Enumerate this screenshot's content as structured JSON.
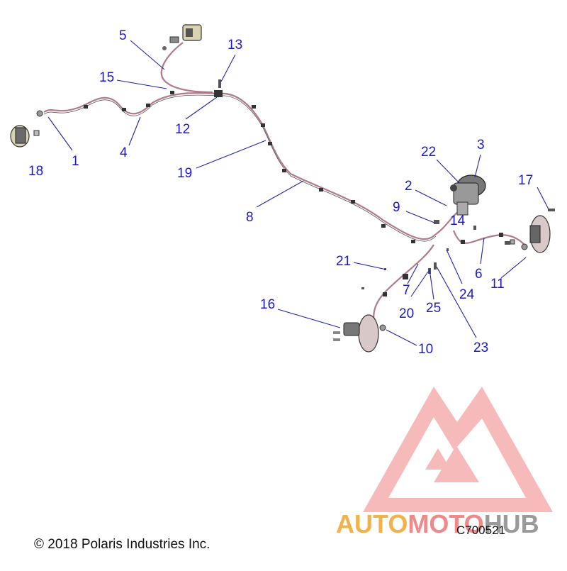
{
  "callouts": [
    {
      "id": "1",
      "text": "1"
    },
    {
      "id": "2",
      "text": "2"
    },
    {
      "id": "3",
      "text": "3"
    },
    {
      "id": "4",
      "text": "4"
    },
    {
      "id": "5",
      "text": "5"
    },
    {
      "id": "6",
      "text": "6"
    },
    {
      "id": "7",
      "text": "7"
    },
    {
      "id": "8",
      "text": "8"
    },
    {
      "id": "9",
      "text": "9"
    },
    {
      "id": "10",
      "text": "10"
    },
    {
      "id": "11",
      "text": "11"
    },
    {
      "id": "12",
      "text": "12"
    },
    {
      "id": "13",
      "text": "13"
    },
    {
      "id": "14",
      "text": "14"
    },
    {
      "id": "15",
      "text": "15"
    },
    {
      "id": "16",
      "text": "16"
    },
    {
      "id": "17",
      "text": "17"
    },
    {
      "id": "18",
      "text": "18"
    },
    {
      "id": "19",
      "text": "19"
    },
    {
      "id": "20",
      "text": "20"
    },
    {
      "id": "21",
      "text": "21"
    },
    {
      "id": "22",
      "text": "22"
    },
    {
      "id": "23",
      "text": "23"
    },
    {
      "id": "24",
      "text": "24"
    },
    {
      "id": "25",
      "text": "25"
    }
  ],
  "copyright": "© 2018 Polaris Industries Inc.",
  "figure_code": "C700521",
  "watermark": {
    "part1": "AUTO",
    "part2": "MOTO",
    "part3": "HUB"
  },
  "colors": {
    "callout": "#1a1acc",
    "line": "#2222aa",
    "brake_line": "#c08a9a",
    "watermark_red": "#f08a8a",
    "watermark_orange": "#f2b24a",
    "watermark_gray": "#9a9a9a"
  }
}
